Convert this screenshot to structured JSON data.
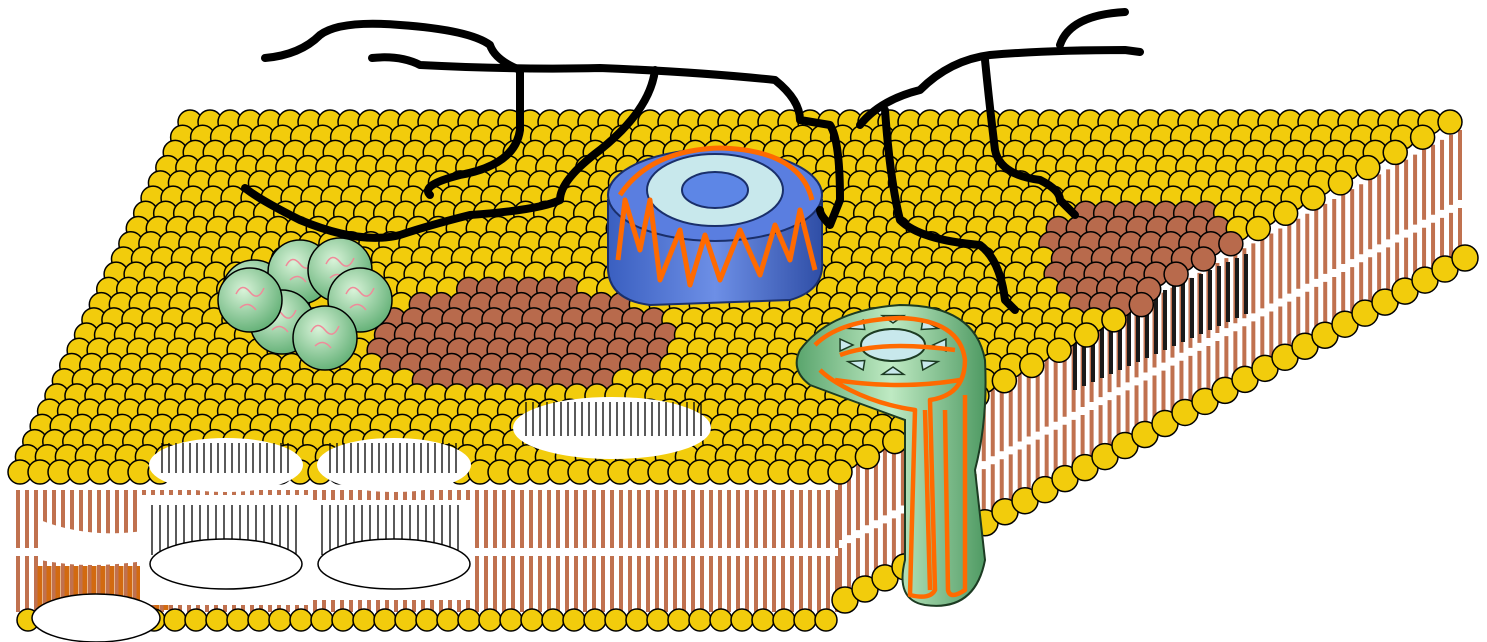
{
  "diagram": {
    "subject": "membrane",
    "components": [
      {
        "id": "lipid-bilayer",
        "label": ""
      },
      {
        "id": "lipid-raft",
        "label": ""
      },
      {
        "id": "channel-protein",
        "label": ""
      },
      {
        "id": "transmembrane-protein",
        "label": ""
      },
      {
        "id": "protein-cluster",
        "label": ""
      },
      {
        "id": "cytoskeleton-filaments",
        "label": ""
      }
    ],
    "colors": {
      "head": "#f2cc0c",
      "tail": "#c0714f",
      "raft_head": "#b86a4c",
      "dark_tail": "#1a1a1a",
      "orange_chain": "#ff6a00",
      "channel": "#4a74d8",
      "channel_inner": "#c8e8ec",
      "protein_green": "#8fd19a",
      "filament": "#000000"
    }
  }
}
